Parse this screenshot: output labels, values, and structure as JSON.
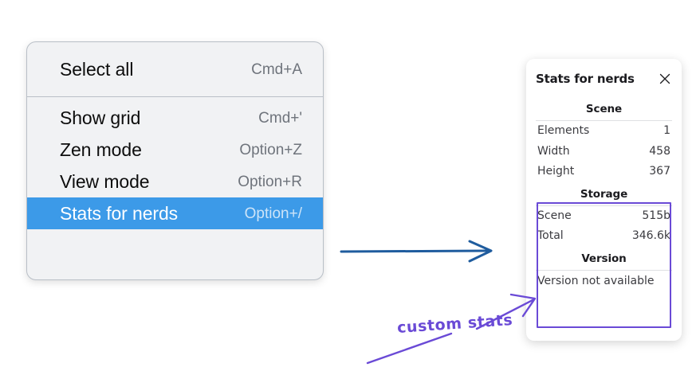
{
  "context_menu": {
    "groups": [
      {
        "items": [
          {
            "label": "Select all",
            "shortcut": "Cmd+A",
            "selected": false
          }
        ]
      },
      {
        "items": [
          {
            "label": "Show grid",
            "shortcut": "Cmd+'",
            "selected": false
          },
          {
            "label": "Zen mode",
            "shortcut": "Option+Z",
            "selected": false
          },
          {
            "label": "View mode",
            "shortcut": "Option+R",
            "selected": false
          },
          {
            "label": "Stats for nerds",
            "shortcut": "Option+/",
            "selected": true
          }
        ]
      }
    ]
  },
  "stats_panel": {
    "title": "Stats for nerds",
    "close_icon": "close-icon",
    "sections": [
      {
        "name": "scene",
        "title": "Scene",
        "rows": [
          {
            "label": "Elements",
            "value": "1"
          },
          {
            "label": "Width",
            "value": "458"
          },
          {
            "label": "Height",
            "value": "367"
          }
        ]
      },
      {
        "name": "storage",
        "title": "Storage",
        "rows": [
          {
            "label": "Scene",
            "value": "515b"
          },
          {
            "label": "Total",
            "value": "346.6k"
          }
        ]
      },
      {
        "name": "version",
        "title": "Version",
        "note": "Version not available"
      }
    ]
  },
  "annotations": {
    "custom_stats_label": "custom stats",
    "blue_arrow_color": "#1f5c9e",
    "purple_color": "#6a4ad6",
    "highlight_color": "#3c9ae8"
  }
}
